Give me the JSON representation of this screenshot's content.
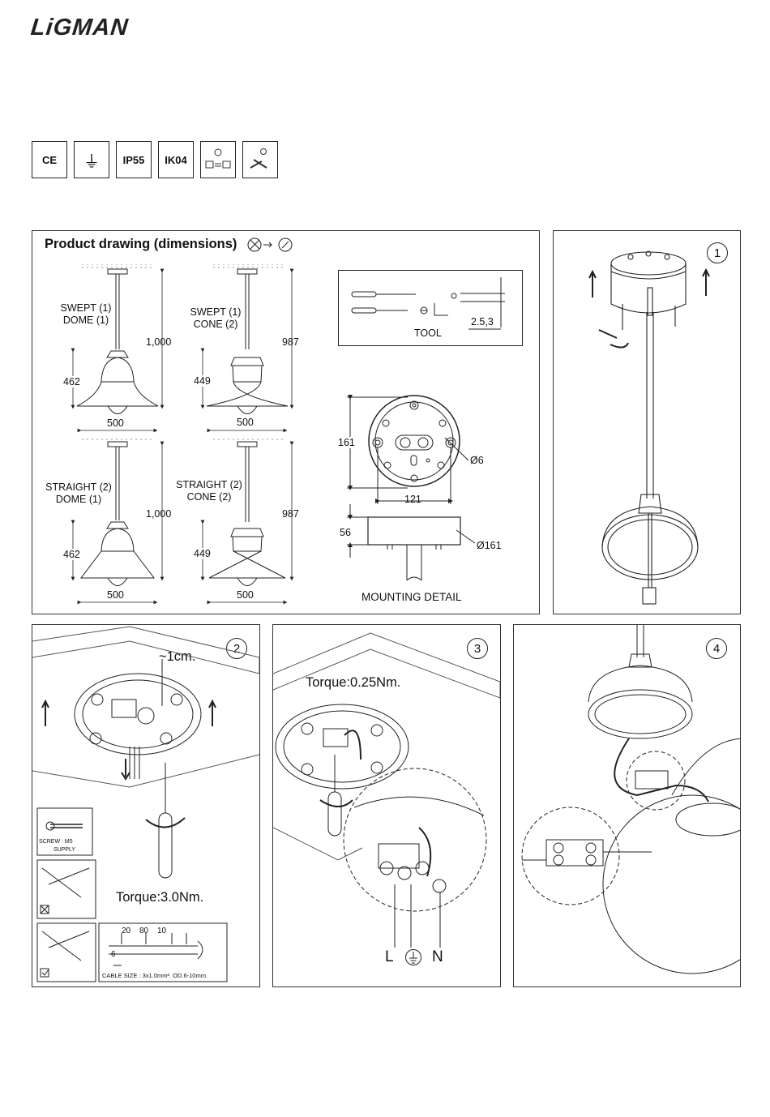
{
  "brand": {
    "logo_text": "LiGMAN"
  },
  "certifications": [
    "CE",
    "⏚",
    "IP55",
    "IK04",
    "",
    ""
  ],
  "product_drawing": {
    "title": "Product drawing (dimensions)",
    "variants": [
      {
        "label_line1": "SWEPT (1)",
        "label_line2": "DOME (1)",
        "height": "462",
        "width": "500",
        "total": "1,000"
      },
      {
        "label_line1": "SWEPT (1)",
        "label_line2": "CONE (2)",
        "height": "449",
        "width": "500",
        "total": "987"
      },
      {
        "label_line1": "STRAIGHT (2)",
        "label_line2": "DOME (1)",
        "height": "462",
        "width": "500",
        "total": "1,000"
      },
      {
        "label_line1": "STRAIGHT (2)",
        "label_line2": "CONE (2)",
        "height": "449",
        "width": "500",
        "total": "987"
      }
    ],
    "tool": {
      "label": "TOOL",
      "size": "2.5,3"
    },
    "mounting": {
      "label": "MOUNTING DETAIL",
      "dim_161": "161",
      "dim_121": "121",
      "dim_hole": "Ø6",
      "dim_56": "56",
      "dim_dia": "Ø161"
    }
  },
  "steps": {
    "step1": {
      "num": "1"
    },
    "step2": {
      "num": "2",
      "offset": "~1cm.",
      "torque": "Torque:3.0Nm.",
      "screw_line1": "SCREW : M5",
      "screw_line2": "SUPPLY",
      "strip_a": "20",
      "strip_b": "80",
      "strip_c": "10",
      "strip_d": "6",
      "cable_size": "CABLE SIZE : 3x1.0mm². OD.6-10mm."
    },
    "step3": {
      "num": "3",
      "torque": "Torque:0.25Nm.",
      "wire_l": "L",
      "wire_n": "N"
    },
    "step4": {
      "num": "4"
    }
  }
}
